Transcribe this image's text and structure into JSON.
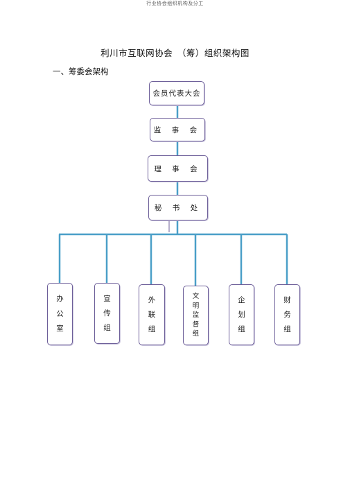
{
  "header": "行业协会组织机构及分工",
  "title": "利川市互联网协会　（筹）组织架构图",
  "section": "一、筹委会架构",
  "chain": [
    "会员代表大会",
    "监 事 会",
    "理 事 会",
    "秘 书 处"
  ],
  "departments": [
    [
      "办",
      "公",
      "室"
    ],
    [
      "宣",
      "传",
      "组"
    ],
    [
      "外",
      "联",
      "组"
    ],
    [
      "文",
      "明",
      "监",
      "督",
      "组"
    ],
    [
      "企",
      "划",
      "组"
    ],
    [
      "财",
      "务",
      "组"
    ]
  ]
}
